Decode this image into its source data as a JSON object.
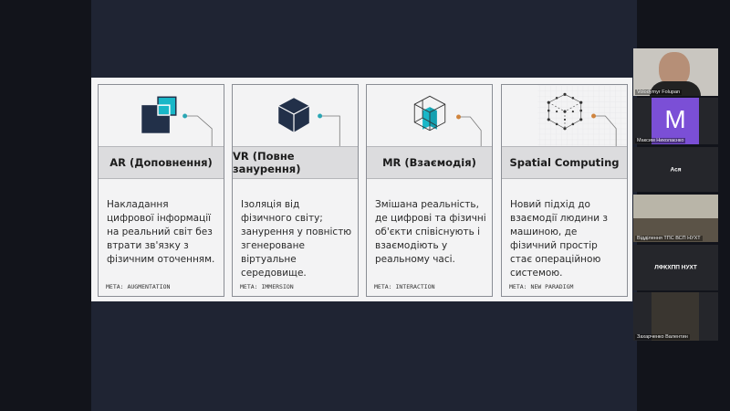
{
  "cards": [
    {
      "title": "AR (Доповнення)",
      "description": "Накладання цифрової інформації на реальний світ без втрати зв'язку з фізичним оточенням.",
      "meta": "META: AUGMENTATION",
      "accent": "#2aa7b5"
    },
    {
      "title": "VR (Повне занурення)",
      "description": "Ізоляція від фізичного світу; занурення у повністю згенероване віртуальне середовище.",
      "meta": "META: IMMERSION",
      "accent": "#2aa7b5"
    },
    {
      "title": "MR (Взаємодія)",
      "description": "Змішана реальність, де цифрові та фізичні об'єкти співіснують і взаємодіють у реальному часі.",
      "meta": "META: INTERACTION",
      "accent": "#d0843d"
    },
    {
      "title": "Spatial Computing",
      "description": "Новий підхід до взаємодії людини з машиною, де фізичний простір стає операційною системою.",
      "meta": "META: NEW PARADIGM",
      "accent": "#d0843d"
    }
  ],
  "participants": [
    {
      "name": "Volodymyr Folupan"
    },
    {
      "name": "Максим Николаєнко",
      "initial": "M"
    },
    {
      "name": "Ася"
    },
    {
      "name": "Відділення ТПС ВСП НУХТ"
    },
    {
      "name": "ЛФКХПП НУХТ"
    },
    {
      "name": "Захарченко Валентин"
    }
  ]
}
